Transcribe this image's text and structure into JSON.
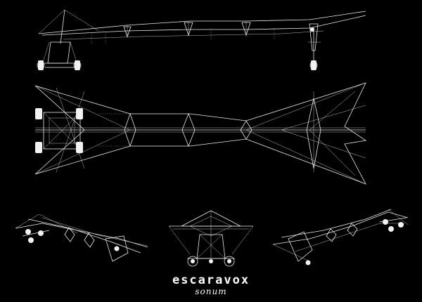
{
  "brand": {
    "name": "escaravox",
    "subtitle": "sonum"
  },
  "colors": {
    "background": "#000000",
    "lines": "#e9e9e9"
  },
  "views": [
    "side-elevation",
    "top-plan",
    "perspective-left",
    "front-elevation",
    "perspective-right"
  ]
}
